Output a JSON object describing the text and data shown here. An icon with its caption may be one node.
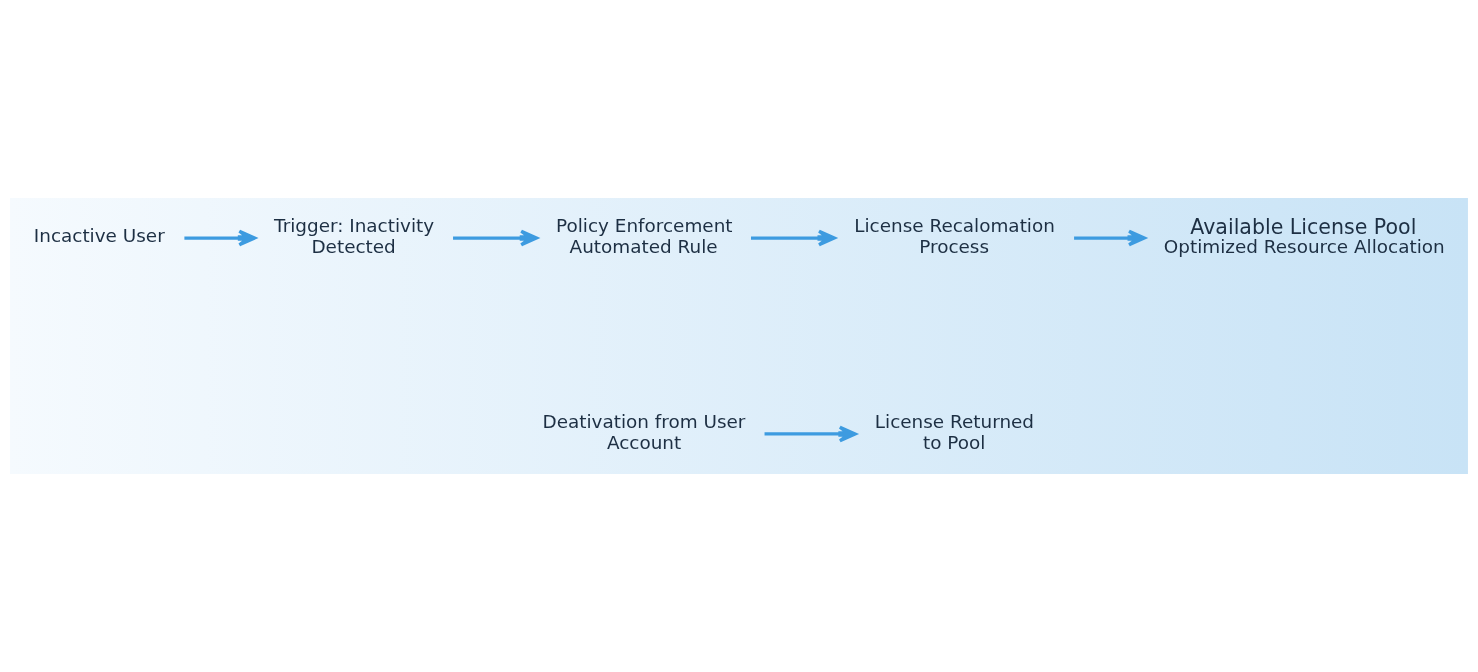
{
  "diagram": {
    "nodes": [
      {
        "text": [
          "Incactive User"
        ]
      },
      {
        "text": [
          "Trigger: Inactivity Detected"
        ]
      },
      {
        "text": [
          "Policy Enforcement Automated Rule"
        ]
      },
      {
        "text": [
          "License Recalomation Process"
        ]
      },
      {
        "text": [
          "Available License Pool",
          "Optimized Resource Allocation"
        ]
      },
      {
        "text": [
          "Deativation from User Account"
        ]
      },
      {
        "text": [
          "License Returned to Pool"
        ]
      }
    ],
    "edges": [
      {
        "from": 0,
        "to": 1,
        "arrow": "to"
      },
      {
        "from": 1,
        "to": 2,
        "arrow": "to"
      },
      {
        "from": 2,
        "to": 3,
        "arrow": "to"
      },
      {
        "from": 3,
        "to": 4,
        "arrow": "to"
      },
      {
        "from": 5,
        "to": 6,
        "arrow": "to"
      }
    ]
  }
}
